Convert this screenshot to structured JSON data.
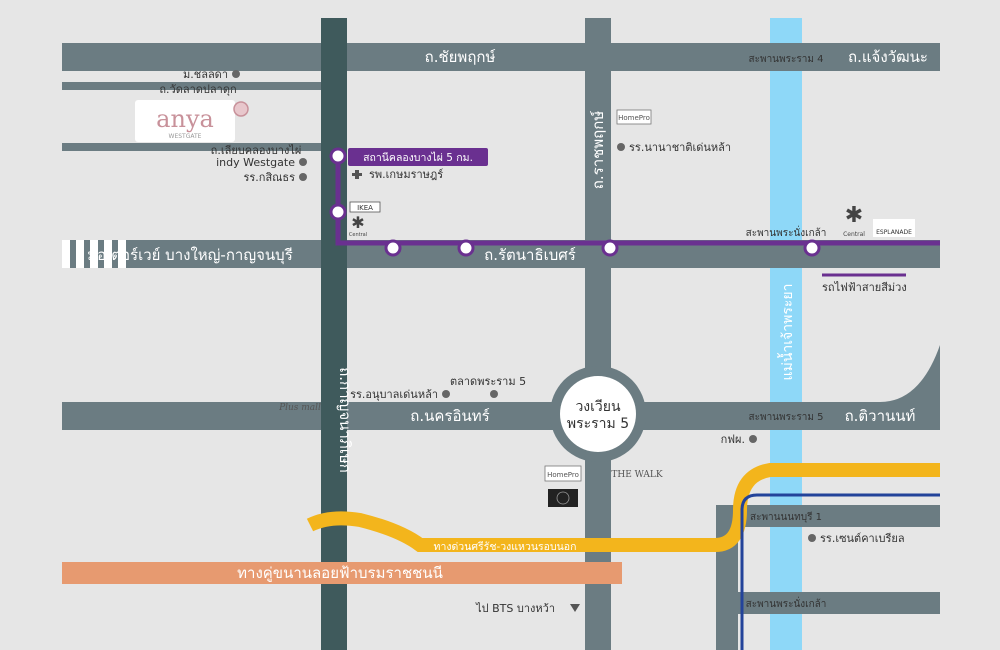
{
  "roads": {
    "chaiyaphruek": "ถ.ชัยพฤกษ์",
    "chaengwattana": "ถ.แจ้งวัฒนะ",
    "wat_lat_pla_duk": "ถ.วัดลาดปลาดุก",
    "liap_khlong_bang_phai": "ถ.เลียบคลองบางไผ่",
    "motorway": "มอเตอร์เวย์ บางใหญ่-กาญจนบุรี",
    "rattanathibet": "ถ.รัตนาธิเบศร์",
    "ratchaphruek": "ถ.ราชพฤกษ์",
    "kanchanaphisek": "ถ.กาญจนาภิเษก",
    "nakhon_in": "ถ.นครอินทร์",
    "tiwanon": "ถ.ติวานนท์",
    "si_rat_expressway": "ทางด่วนศรีรัช-วงแหวนรอบนอก",
    "borommaratchachonnani": "ทางคู่ขนานลอยฟ้าบรมราชชนนี",
    "roundabout_line1": "วงเวียน",
    "roundabout_line2": "พระราม 5"
  },
  "bridges": {
    "rama4": "สะพานพระราม 4",
    "phra_nang_klao": "สะพานพระนั่งเกล้า",
    "rama5": "สะพานพระราม 5",
    "nonthaburi1": "สะพานนนทบุรี 1",
    "phra_nang_klao_lower": "สะพานพระนั่งเกล้า"
  },
  "river": "แม่น้ำเจ้าพระยา",
  "landmarks": {
    "chonlada": "ม.ชลลดา",
    "indy_westgate": "indy Westgate",
    "kasintorn": "รร.กสิณธร",
    "hospital": "รพ.เกษมราษฎร์",
    "nanachat_school": "รร.นานาชาติเด่นหล้า",
    "anuban_school": "รร.อนุบาลเด่นหล้า",
    "talad_rama5": "ตลาดพระราม 5",
    "pea": "กฟผ.",
    "saint_gabriel": "รร.เซนต์คาเบรียล",
    "bts": "ไป BTS บางหว้า"
  },
  "station_badge": "สถานีคลองบางไผ่ 5 กม.",
  "purple_line_legend": "รถไฟฟ้าสายสีม่วง",
  "brand": {
    "name": "anya",
    "sub": "WESTGATE"
  },
  "logos": {
    "ikea": "IKEA",
    "central": "Central",
    "homepro": "HomePro",
    "esplanade": "ESPLANADE",
    "the_walk": "THE WALK",
    "plus_mall": "Plus mall"
  },
  "colors": {
    "road": "#6b7c82",
    "road_dark": "#3f5a5c",
    "river": "#8ed8f8",
    "purple_line": "#6a3090",
    "expressway": "#f3b51c",
    "parallel_road": "#e79a70",
    "blue_line": "#23439a",
    "brand_pink": "#c8919a",
    "background": "#e6e6e6"
  }
}
